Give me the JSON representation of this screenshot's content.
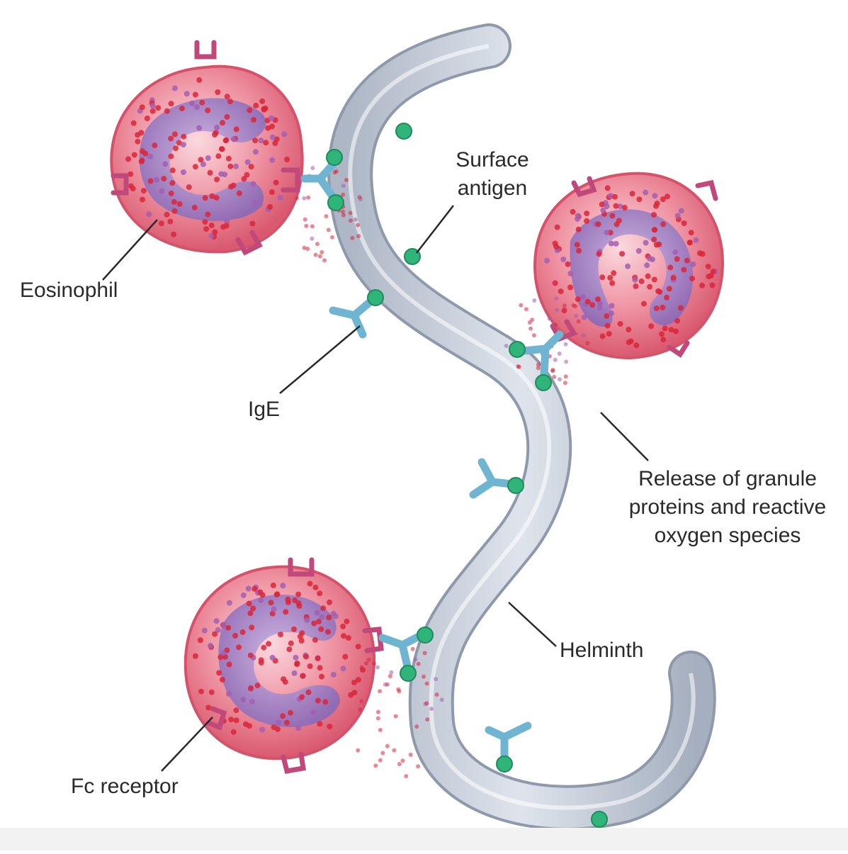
{
  "labels": {
    "surface_antigen": [
      "Surface",
      "antigen"
    ],
    "eosinophil": "Eosinophil",
    "ige": "IgE",
    "release": [
      "Release of granule",
      "proteins and reactive",
      "oxygen species"
    ],
    "helminth": "Helminth",
    "fc_receptor": "Fc receptor"
  },
  "colors": {
    "cell_body": "#e8798a",
    "cell_light": "#f7c6cf",
    "nucleus": "#9b7dc0",
    "nucleus_dark": "#7b5aa5",
    "granule": "#d9263a",
    "helminth_body": "#c9d0dc",
    "helminth_edge": "#8e99ab",
    "ige": "#6fb5d1",
    "antigen": "#2fb57a",
    "fc_receptor": "#c0487a"
  }
}
